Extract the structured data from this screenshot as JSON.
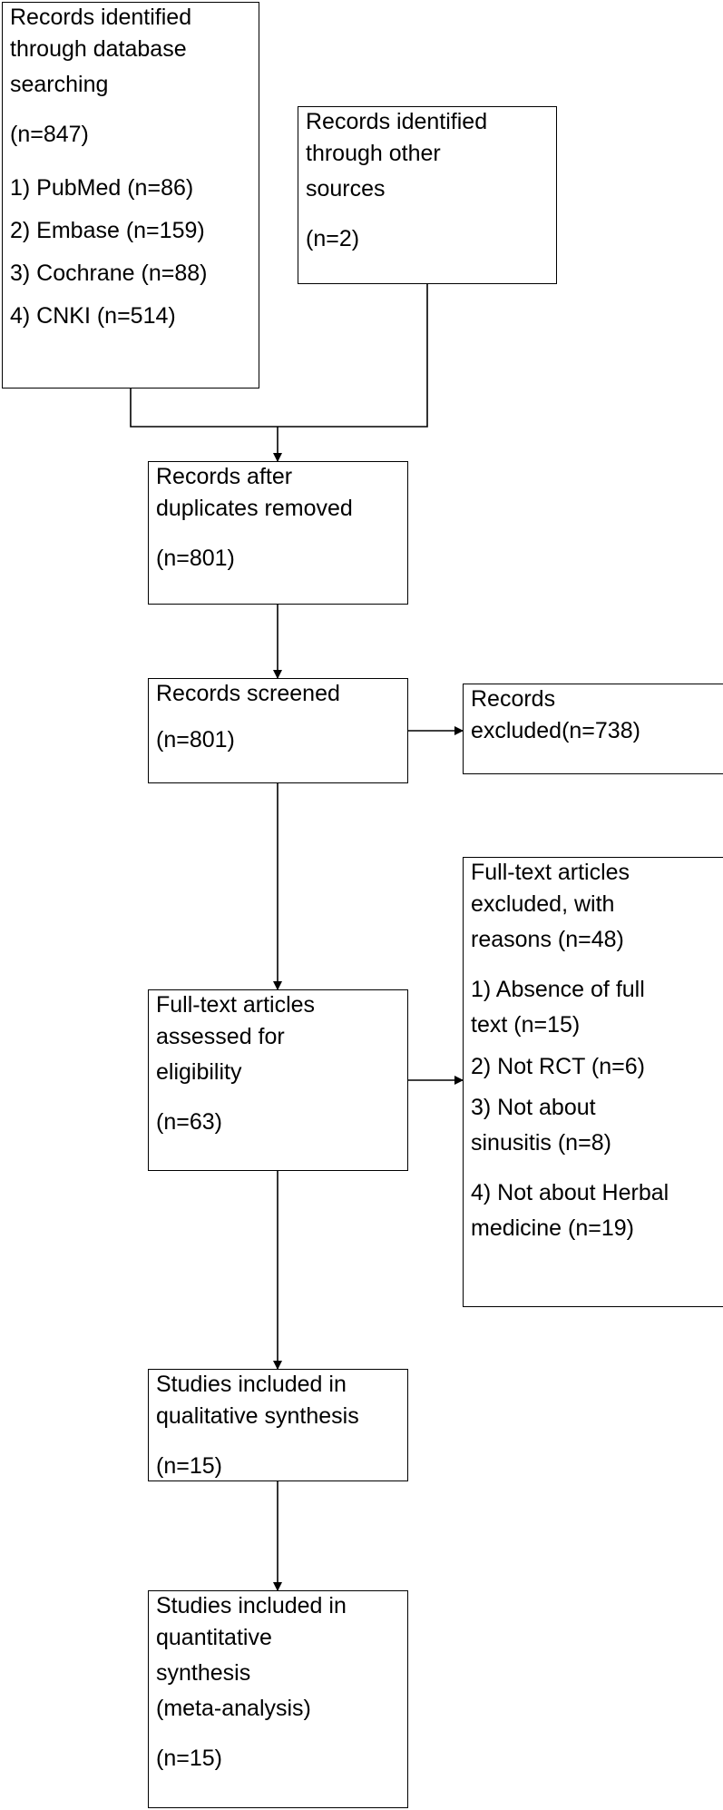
{
  "boxes": {
    "db_search": {
      "lines": [
        "Records identified",
        "through database",
        "searching"
      ],
      "count": "(n=847)",
      "sources": [
        "1) PubMed (n=86)",
        "2) Embase (n=159)",
        "3) Cochrane (n=88)",
        "4) CNKI (n=514)"
      ]
    },
    "other_sources": {
      "lines": [
        "Records identified",
        "through other",
        "sources"
      ],
      "count": "(n=2)"
    },
    "duplicates_removed": {
      "lines": [
        "Records after",
        "duplicates removed"
      ],
      "count": "(n=801)"
    },
    "screened": {
      "lines": [
        "Records screened"
      ],
      "count": "(n=801)"
    },
    "excluded": {
      "lines": [
        "Records",
        "excluded(n=738)"
      ]
    },
    "fulltext_excluded": {
      "lines": [
        "Full-text articles",
        "excluded, with",
        "reasons (n=48)"
      ],
      "reasons": [
        "1) Absence of full",
        "text (n=15)",
        "2) Not RCT (n=6)",
        "3) Not about",
        "sinusitis (n=8)",
        "4) Not about Herbal",
        "medicine (n=19)"
      ]
    },
    "eligibility": {
      "lines": [
        "Full-text articles",
        "assessed for",
        "eligibility"
      ],
      "count": "(n=63)"
    },
    "qualitative": {
      "lines": [
        "Studies included in",
        "qualitative synthesis"
      ],
      "count": "(n=15)"
    },
    "quantitative": {
      "lines": [
        "Studies included in",
        "quantitative",
        "synthesis",
        "(meta-analysis)"
      ],
      "count": "(n=15)"
    }
  }
}
